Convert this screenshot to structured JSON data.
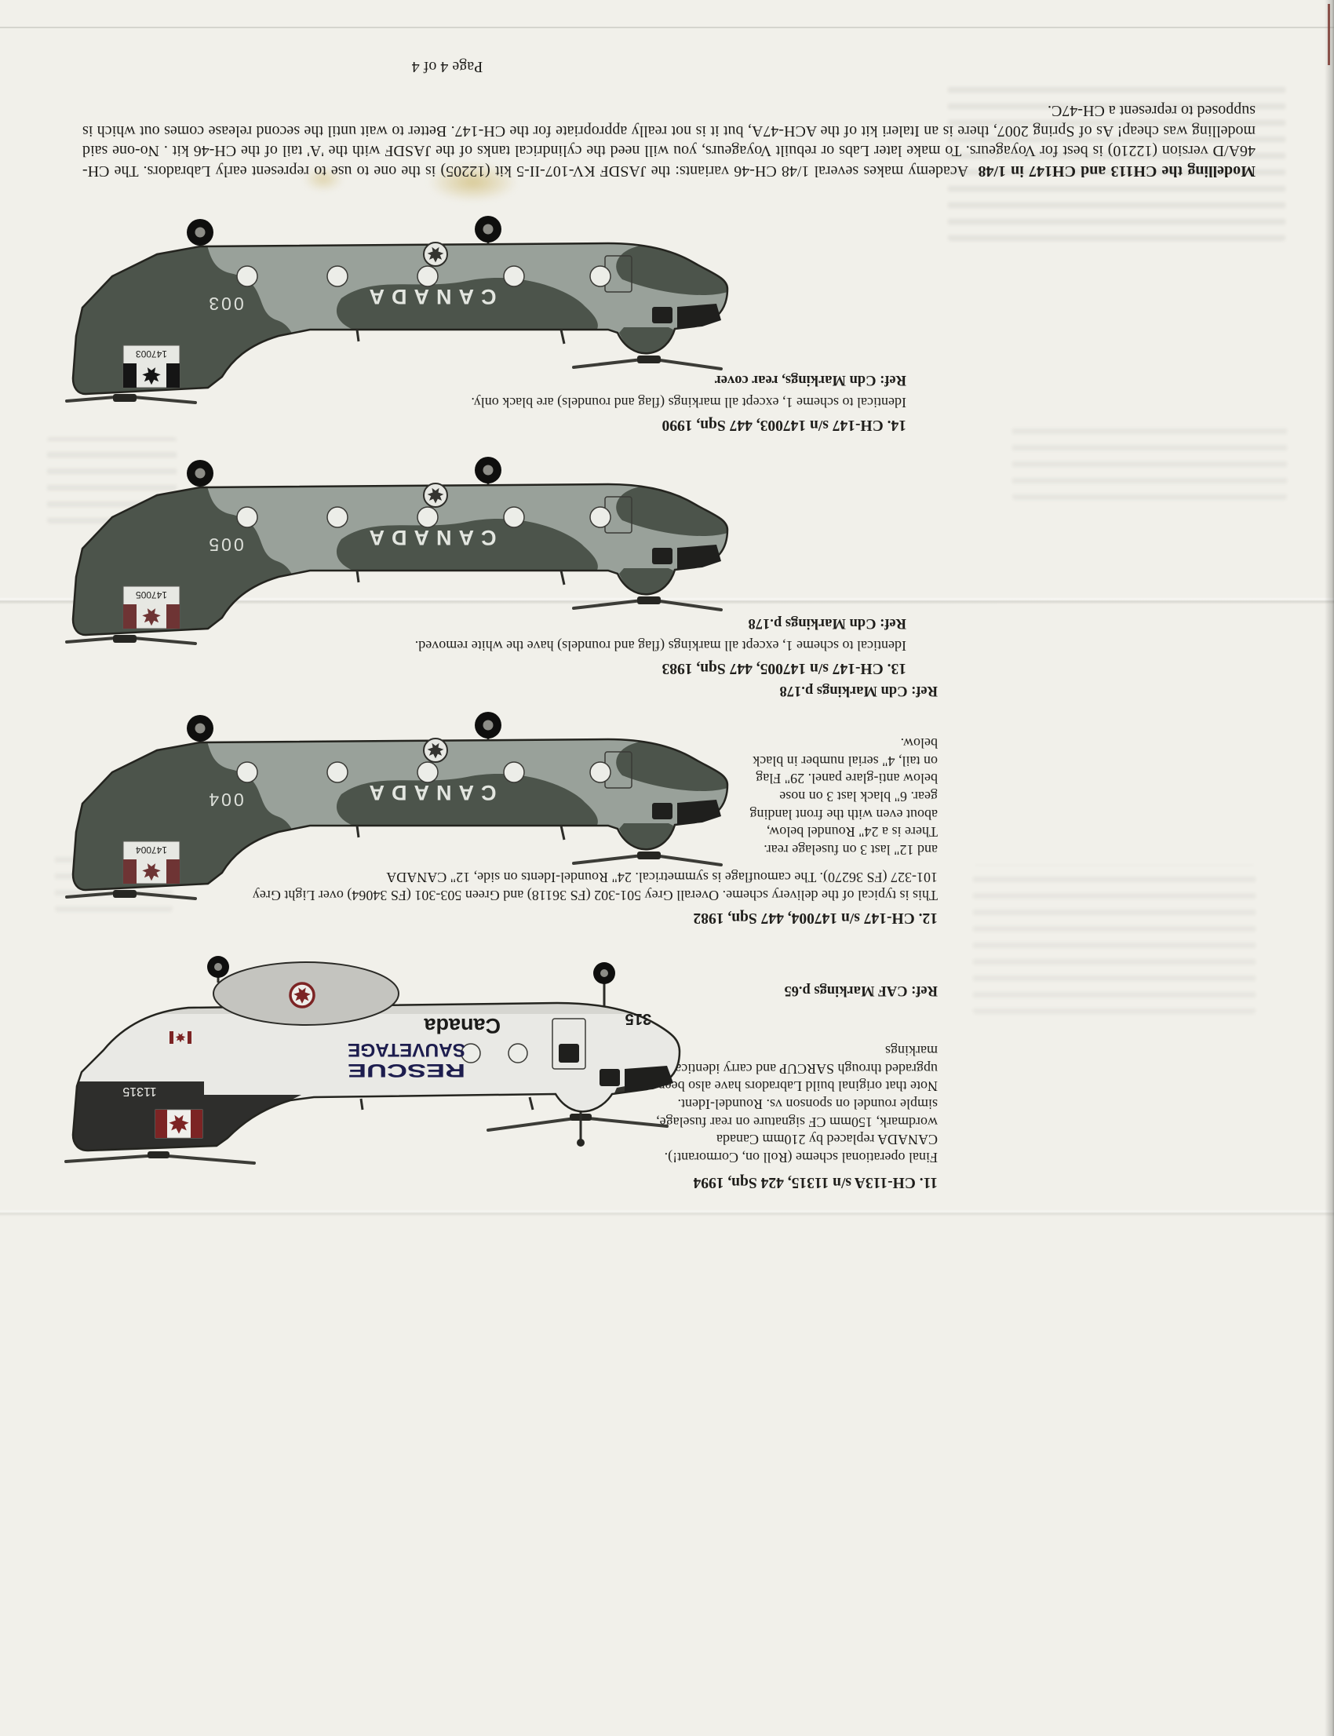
{
  "document": {
    "footer": "Page 4 of 4",
    "note_heading": "Modelling the CH113 and CH147 in 1/48",
    "note_body": "Academy makes several 1/48 CH-46 variants: the JASDF KV-107-II-5 kit (12205) is the one to use to represent early Labradors. The CH-46A/D version (12210) is best for Voyageurs. To make later Labs or rebuilt Voyageurs, you will need the cylindrical tanks of the JASDF with the 'A' tail of the CH-46 kit . No-one said modelling was cheap! As of Spring 2007, there is an Italeri kit of the ACH-47A, but it is not really appropriate for the CH-147. Better to wait until the second release comes out which is supposed to represent a CH-47C."
  },
  "schemes": [
    {
      "heading": "11. CH-113A s/n 11315, 424 Sqn, 1994",
      "description": "Final operational scheme (Roll on, Cormorant!). CANADA replaced by 210mm Canada wordmark, 150mm CF signature on rear fuselage, simple roundel on sponson vs. Roundel-Ident. Note that original build Labradors have also been upgraded through SARCUP and carry identical markings",
      "ref": "Ref: CAF Markings p.65",
      "aircraft": {
        "titles_line1": "RESCUE",
        "titles_line2": "SAUVETAGE",
        "wordmark": "Canada",
        "nose_number": "315",
        "tail_serial": "11315"
      }
    },
    {
      "heading": "12. CH-147 s/n 147004, 447 Sqn, 1982",
      "description_a": "This is typical of the delivery scheme. Overall Grey 501-302 (FS 36118) and Green 503-301 (FS 34064) over Light Grey 101-327 (FS 36270). The camouflage is symmetrical. 24\" Roundel-Idents on side, 12\" CANADA",
      "description_b": "and 12\" last 3 on fuselage rear. There is a 24\" Roundel below, about even with the front landing gear. 6\" black last 3 on nose below anti-glare panel. 29\" Flag on tail, 4\" serial number in black below.",
      "ref": "Ref: Cdn Markings p.178",
      "aircraft": {
        "fuselage_titles": "CANADA",
        "last_three": "004",
        "tail_serial": "147004"
      }
    },
    {
      "heading": "13. CH-147 s/n 147005, 447 Sqn, 1983",
      "description": "Identical to scheme 1, except all markings (flag and roundels) have the white removed.",
      "ref": "Ref: Cdn Markings p.178",
      "aircraft": {
        "fuselage_titles": "CANADA",
        "last_three": "005",
        "tail_serial": "147005"
      }
    },
    {
      "heading": "14. CH-147 s/n 147003, 447 Sqn, 1990",
      "description": "Identical to scheme 1, except all markings (flag and roundels) are black only.",
      "ref": "Ref: Cdn Markings, rear cover",
      "aircraft": {
        "fuselage_titles": "CANADA",
        "last_three": "003",
        "tail_serial": "147003"
      }
    }
  ],
  "colors": {
    "paper": "#f1f0ea",
    "camo_base": "#99a19a",
    "camo_dark": "#4c544b",
    "ink": "#1e1d1a"
  }
}
